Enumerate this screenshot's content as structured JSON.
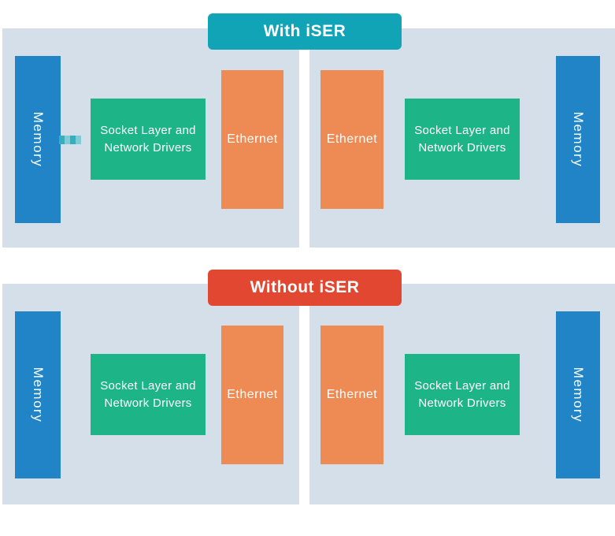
{
  "diagram": {
    "sections": [
      {
        "id": "with-iser",
        "title": "With iSER",
        "header_color_key": "with_iser"
      },
      {
        "id": "without-iser",
        "title": "Without iSER",
        "header_color_key": "without_iser"
      }
    ],
    "labels": {
      "memory": "Memory",
      "ethernet": "Ethernet",
      "socket_line1": "Socket Layer and",
      "socket_line2": "Network Drivers"
    },
    "colors": {
      "with_iser": "#11a3b6",
      "without_iser": "#e24731",
      "panel_bg": "#d5dfe9",
      "memory": "#2084c6",
      "socket": "#1db487",
      "ethernet": "#ee8a53",
      "dash_dark": "#35aec0",
      "dash_light": "#7fcbd6",
      "label_text": "#ffffff"
    }
  }
}
